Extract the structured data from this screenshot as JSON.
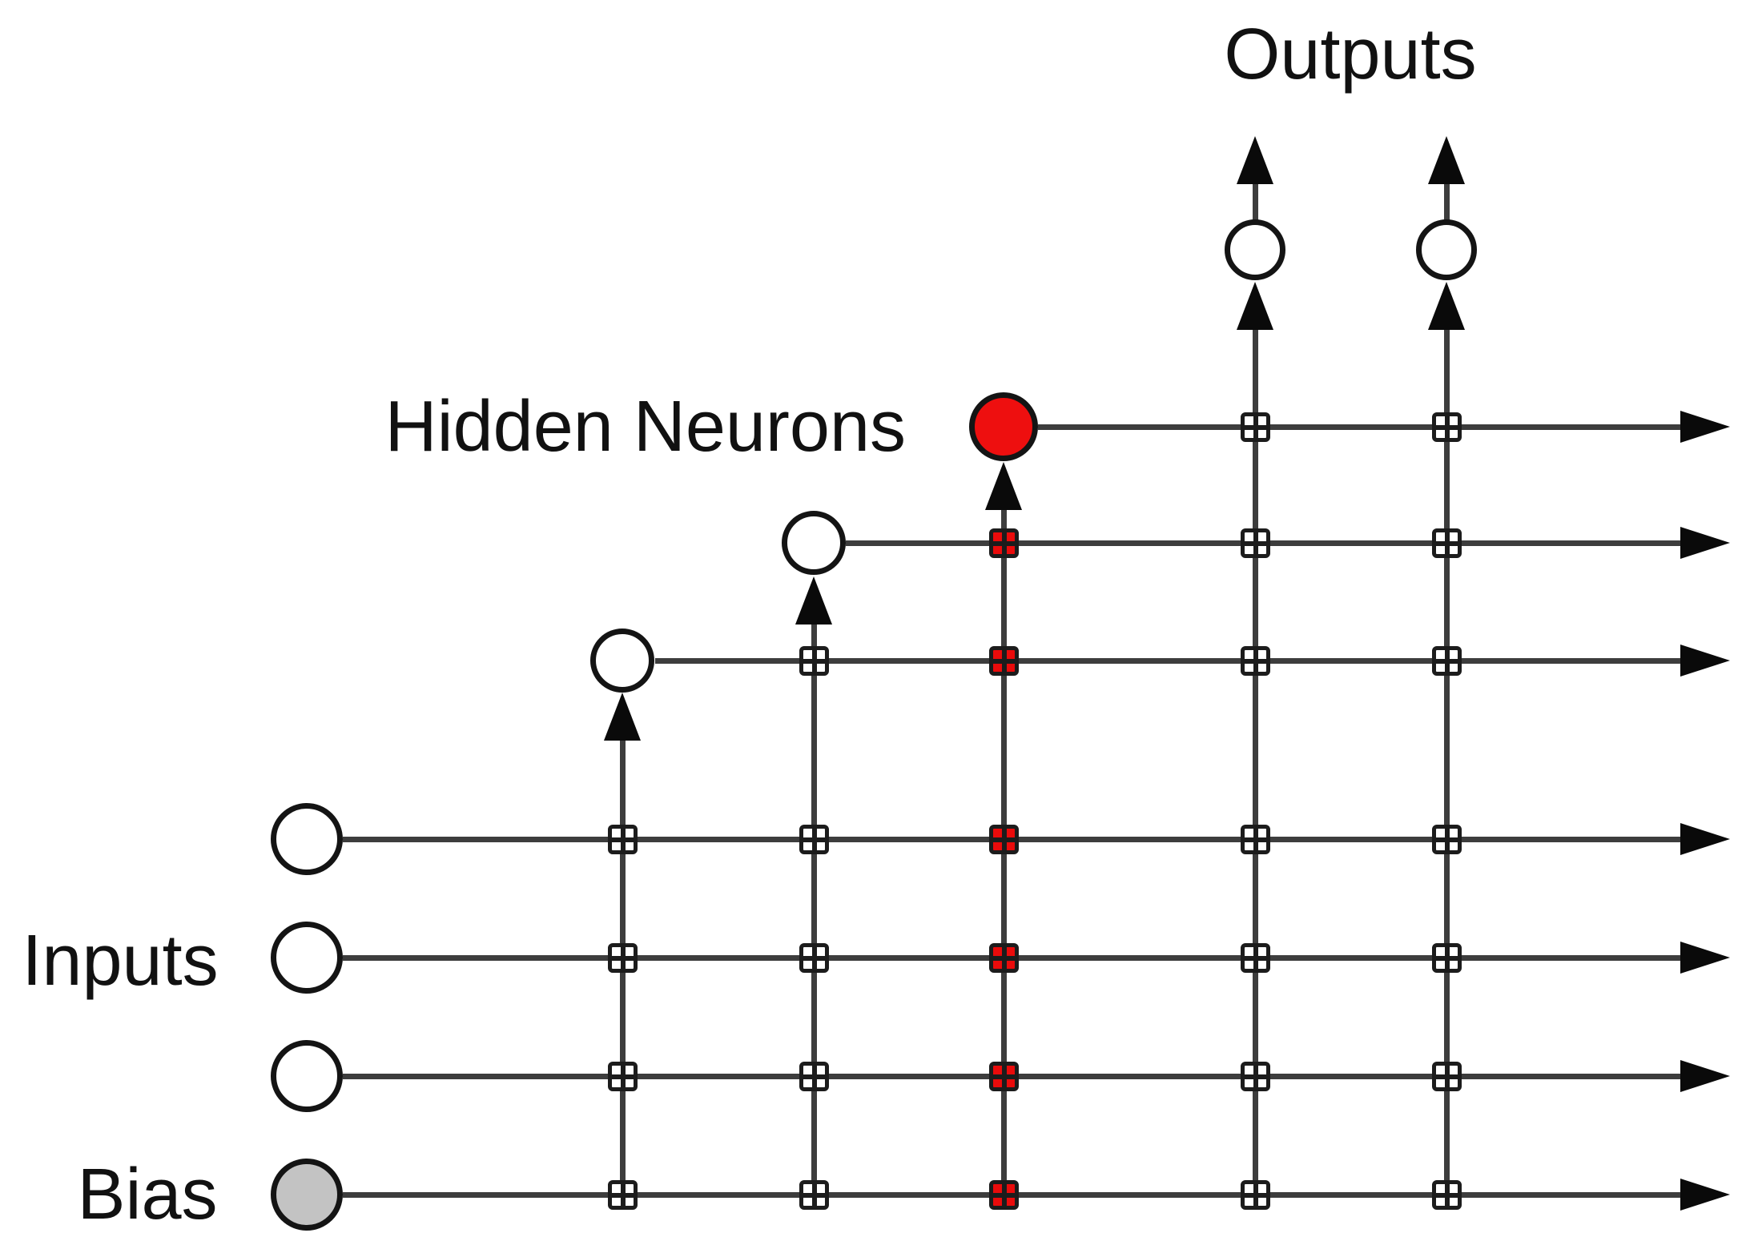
{
  "labels": {
    "outputs": "Outputs",
    "hidden_neurons": "Hidden Neurons",
    "inputs": "Inputs",
    "bias": "Bias"
  },
  "colors": {
    "background": "#ffffff",
    "line": "#3d3d3d",
    "arrowhead": "#0a0a0a",
    "neuron_outline": "#141414",
    "neuron_fill": "#ffffff",
    "bias_fill": "#c3c3c3",
    "highlight_red": "#ee0f0f",
    "junction_red": "#ea0b0b",
    "junction_outline": "#1c1c1c",
    "text": "#111111"
  },
  "network": {
    "input_count": 3,
    "bias_count": 1,
    "hidden_count": 3,
    "output_count": 2,
    "highlighted_hidden_neuron": "hidden-neuron-3",
    "rows": [
      {
        "id": "hidden-neuron-3-output"
      },
      {
        "id": "hidden-neuron-2-output"
      },
      {
        "id": "hidden-neuron-1-output"
      },
      {
        "id": "input-1-signal"
      },
      {
        "id": "input-2-signal"
      },
      {
        "id": "input-3-signal"
      },
      {
        "id": "bias-signal"
      }
    ],
    "columns": [
      {
        "id": "hidden-neuron-1-feed"
      },
      {
        "id": "hidden-neuron-2-feed"
      },
      {
        "id": "hidden-neuron-3-feed"
      },
      {
        "id": "output-1-feed"
      },
      {
        "id": "output-2-feed"
      }
    ],
    "junctions": [
      {
        "row": 0,
        "col": 3,
        "red": false
      },
      {
        "row": 0,
        "col": 4,
        "red": false
      },
      {
        "row": 1,
        "col": 2,
        "red": true
      },
      {
        "row": 1,
        "col": 3,
        "red": false
      },
      {
        "row": 1,
        "col": 4,
        "red": false
      },
      {
        "row": 2,
        "col": 1,
        "red": false
      },
      {
        "row": 2,
        "col": 2,
        "red": true
      },
      {
        "row": 2,
        "col": 3,
        "red": false
      },
      {
        "row": 2,
        "col": 4,
        "red": false
      },
      {
        "row": 3,
        "col": 0,
        "red": false
      },
      {
        "row": 3,
        "col": 1,
        "red": false
      },
      {
        "row": 3,
        "col": 2,
        "red": true
      },
      {
        "row": 3,
        "col": 3,
        "red": false
      },
      {
        "row": 3,
        "col": 4,
        "red": false
      },
      {
        "row": 4,
        "col": 0,
        "red": false
      },
      {
        "row": 4,
        "col": 1,
        "red": false
      },
      {
        "row": 4,
        "col": 2,
        "red": true
      },
      {
        "row": 4,
        "col": 3,
        "red": false
      },
      {
        "row": 4,
        "col": 4,
        "red": false
      },
      {
        "row": 5,
        "col": 0,
        "red": false
      },
      {
        "row": 5,
        "col": 1,
        "red": false
      },
      {
        "row": 5,
        "col": 2,
        "red": true
      },
      {
        "row": 5,
        "col": 3,
        "red": false
      },
      {
        "row": 5,
        "col": 4,
        "red": false
      },
      {
        "row": 6,
        "col": 0,
        "red": false
      },
      {
        "row": 6,
        "col": 1,
        "red": false
      },
      {
        "row": 6,
        "col": 2,
        "red": true
      },
      {
        "row": 6,
        "col": 3,
        "red": false
      },
      {
        "row": 6,
        "col": 4,
        "red": false
      }
    ]
  }
}
